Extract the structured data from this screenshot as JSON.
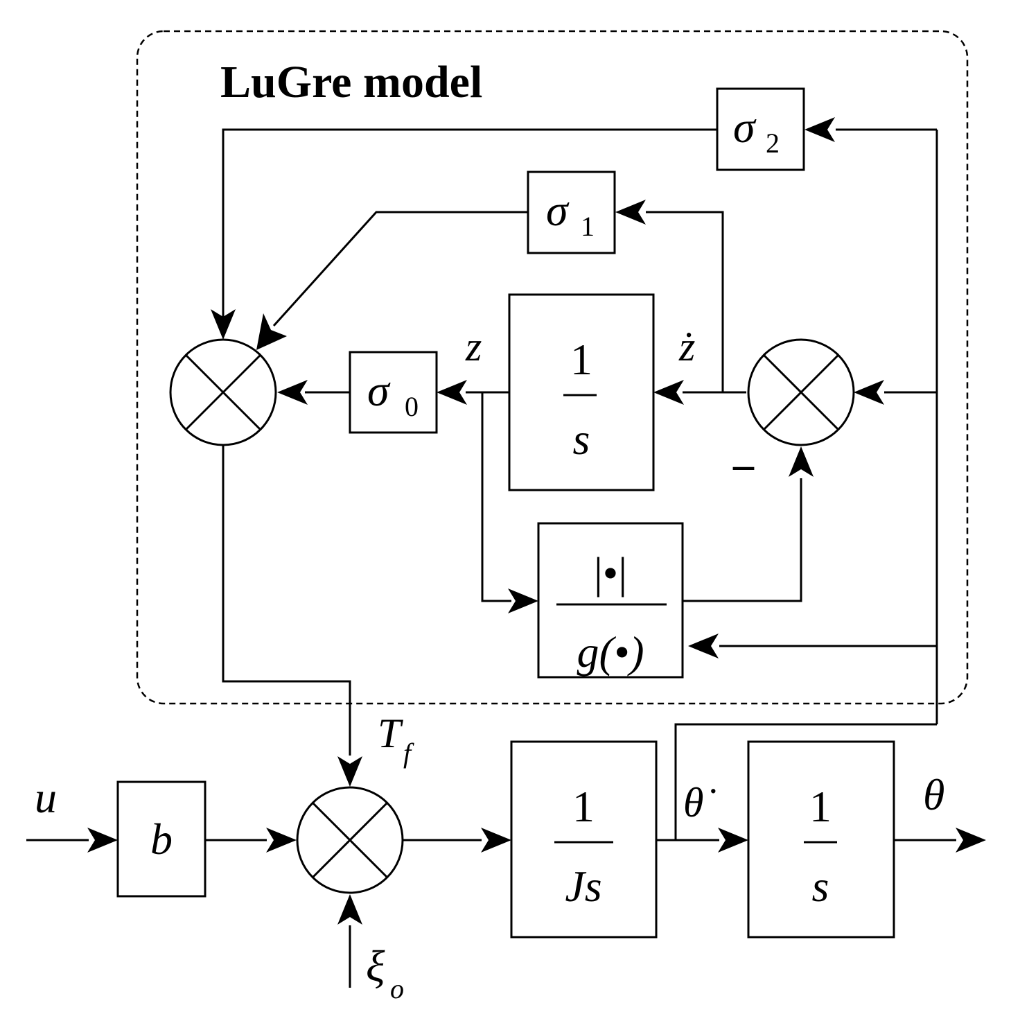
{
  "group": {
    "title": "LuGre model"
  },
  "blocks": {
    "sigma2": {
      "symbol": "σ",
      "sub": "2"
    },
    "sigma1": {
      "symbol": "σ",
      "sub": "1"
    },
    "sigma0": {
      "symbol": "σ",
      "sub": "0"
    },
    "integrator_z": {
      "num": "1",
      "den": "s"
    },
    "abs_over_g": {
      "num": "|•|",
      "den": "g(•)"
    },
    "gain_b": {
      "label": "b"
    },
    "plant": {
      "num": "1",
      "den": "Js"
    },
    "integrator_theta": {
      "num": "1",
      "den": "s"
    }
  },
  "signals": {
    "z": "z",
    "zdot": "ż",
    "minus": "–",
    "Tf": "T",
    "Tf_sub": "f",
    "u": "u",
    "thetadot": "θ̇",
    "theta": "θ",
    "xi": "ξ",
    "xi_sub": "o"
  }
}
